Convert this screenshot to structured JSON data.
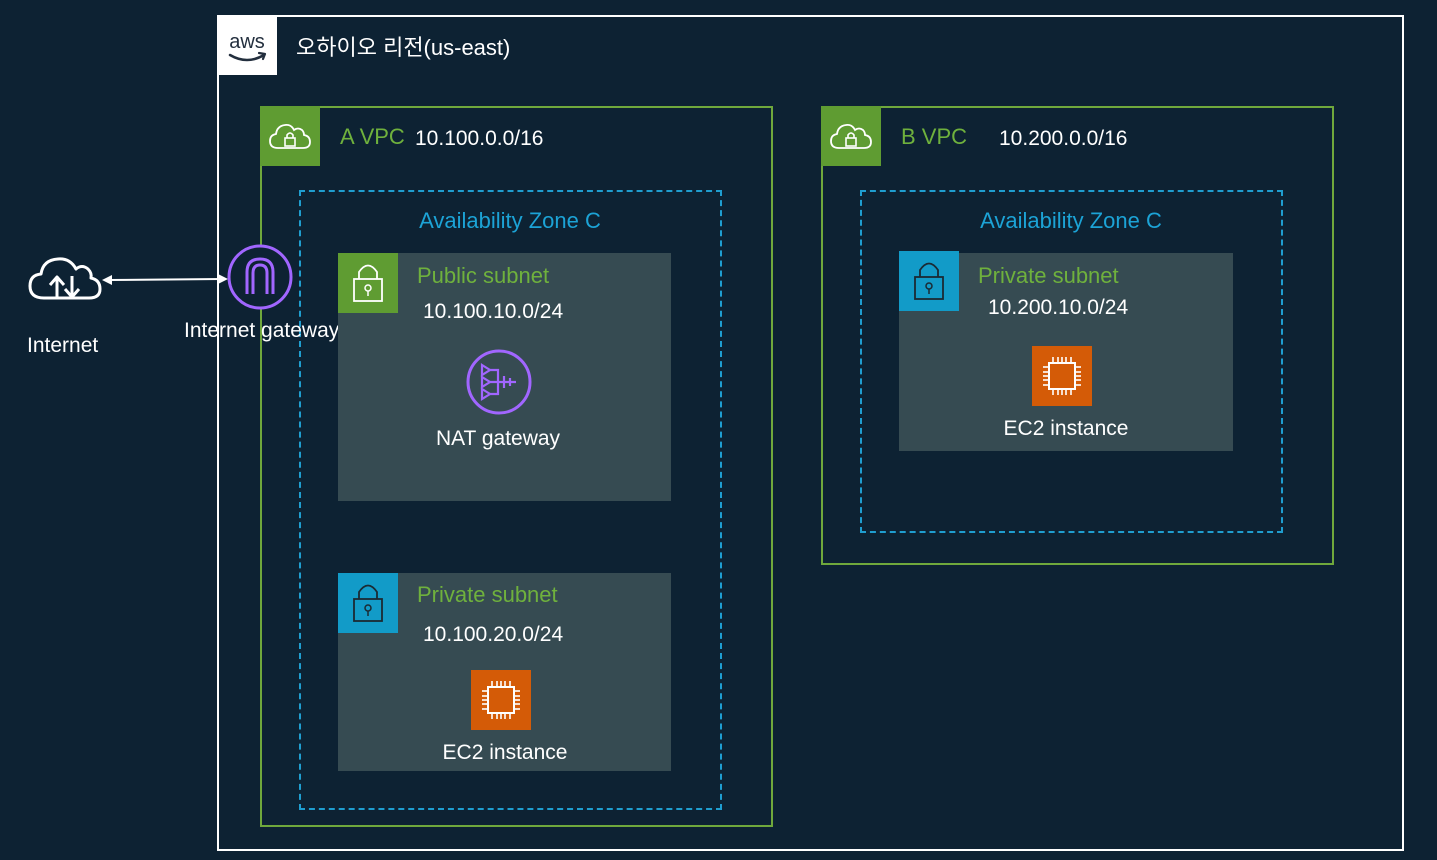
{
  "region": {
    "label": "오하이오 리전(us-east)",
    "logo_text": "aws"
  },
  "internet": {
    "label": "Internet",
    "icon": "internet-cloud-icon"
  },
  "igw": {
    "label": "Internet gateway",
    "icon": "internet-gateway-icon"
  },
  "vpc_a": {
    "label": "A VPC",
    "cidr": "10.100.0.0/16",
    "az_label": "Availability Zone C",
    "public_subnet": {
      "label": "Public subnet",
      "cidr": "10.100.10.0/24",
      "service_label": "NAT gateway"
    },
    "private_subnet": {
      "label": "Private subnet",
      "cidr": "10.100.20.0/24",
      "service_label": "EC2 instance"
    }
  },
  "vpc_b": {
    "label": "B VPC",
    "cidr": "10.200.0.0/16",
    "az_label": "Availability Zone C",
    "private_subnet": {
      "label": "Private subnet",
      "cidr": "10.200.10.0/24",
      "service_label": "EC2 instance"
    }
  },
  "colors": {
    "background": "#0d2233",
    "vpc_green": "#6fa83c",
    "az_blue": "#1f9ed0",
    "subnet_fill": "#364b52",
    "ec2_orange": "#d45b07",
    "gateway_purple": "#a166ff"
  }
}
